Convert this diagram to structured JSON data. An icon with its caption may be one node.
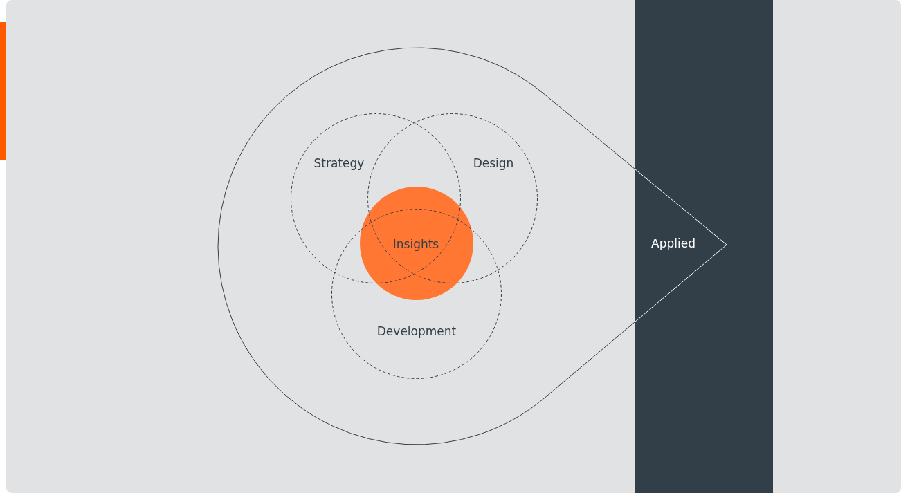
{
  "diagram": {
    "nodes": [
      {
        "text": [
          "Applied"
        ]
      },
      {
        "text": [
          "Strategy"
        ],
        "in": 0
      },
      {
        "text": [
          "Design"
        ],
        "in": 0
      },
      {
        "text": [
          "Development"
        ],
        "in": 0
      },
      {
        "text": [
          "Insights"
        ],
        "in": 0
      }
    ]
  }
}
